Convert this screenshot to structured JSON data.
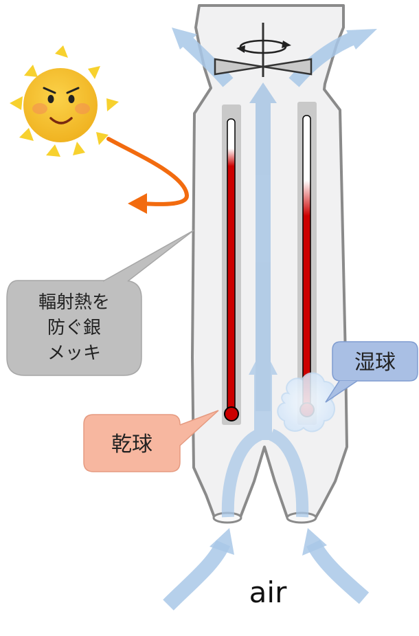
{
  "labels": {
    "radiation_shield": [
      "輻射熱を",
      "防ぐ銀",
      "メッキ"
    ],
    "dry_bulb": "乾球",
    "wet_bulb": "湿球",
    "air": "air"
  },
  "icons": [
    "sun-icon",
    "fan-icon",
    "rotation-icon",
    "cloth-wick-icon"
  ],
  "colors": {
    "housing_fill": "#f1f1f2",
    "housing_stroke": "#8a8a8a",
    "airflow": "#a9c8e8",
    "mercury": "#cc0000",
    "heat_arrow": "#f26b0f",
    "sun": "#f7c531",
    "shield_callout": "#bfbfbf",
    "dry_callout": "#f7b7a0",
    "wet_callout": "#a9bfe4"
  }
}
